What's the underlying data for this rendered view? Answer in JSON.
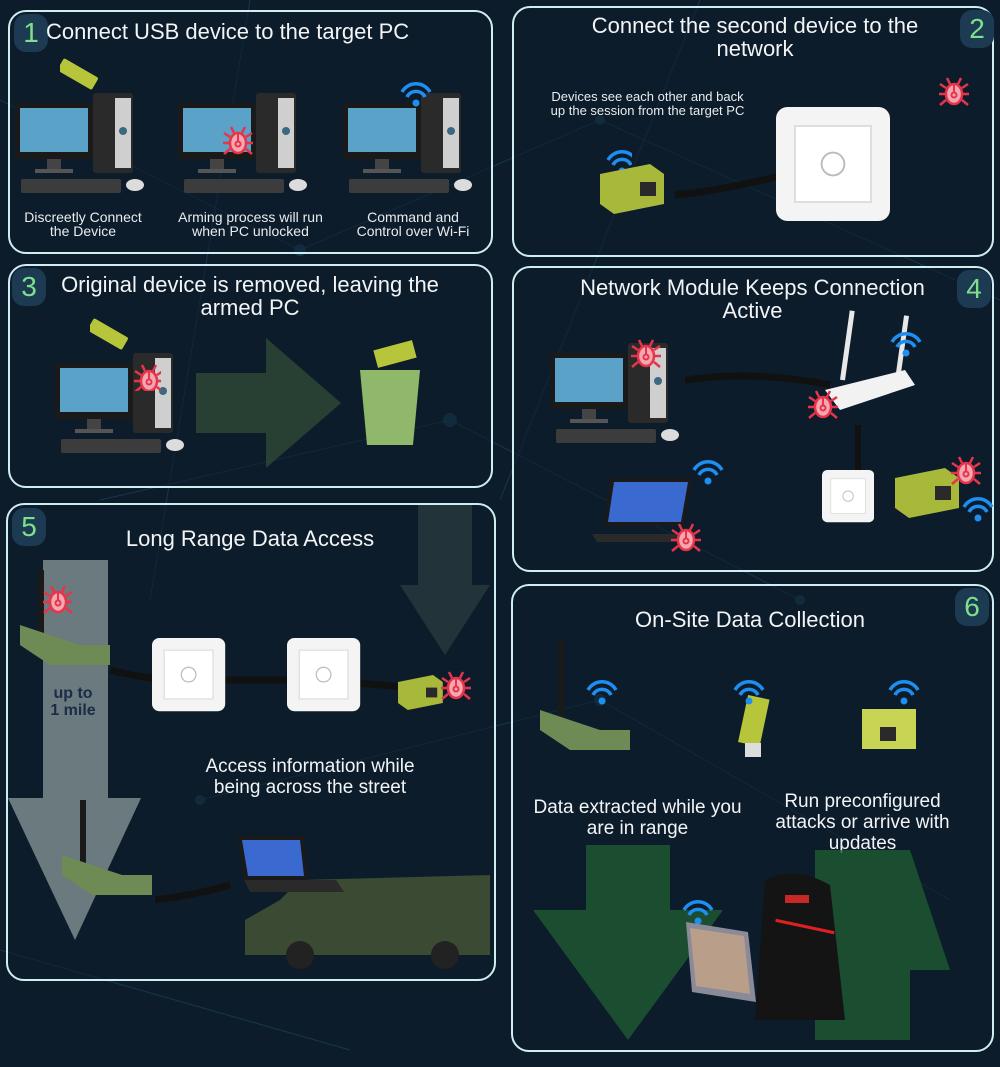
{
  "panels": [
    {
      "number": "1",
      "title": "Connect USB device to the target PC",
      "captions": [
        "Discreetly Connect the Device",
        "Arming process will run when PC unlocked",
        "Command and Control over Wi-Fi"
      ]
    },
    {
      "number": "2",
      "title": "Connect the second device to the network",
      "captions": [
        "Devices see each other and back up the session from the target PC"
      ]
    },
    {
      "number": "3",
      "title": "Original device is removed, leaving the armed PC"
    },
    {
      "number": "4",
      "title": "Network Module Keeps Connection Active"
    },
    {
      "number": "5",
      "title": "Long Range Data Access",
      "range_label": "up to 1 mile",
      "captions": [
        "Access information while being across the street"
      ]
    },
    {
      "number": "6",
      "title": "On-Site Data Collection",
      "captions": [
        "Data extracted while you are in range",
        "Run preconfigured attacks or arrive with updates"
      ]
    }
  ],
  "colors": {
    "background": "#0c1c2a",
    "panel_border": "#cfeef0",
    "number_badge": "#7ee08a",
    "bug_icon": "#e8344a",
    "wifi_icon": "#1e8ff0",
    "device_green": "#b7c53a",
    "arrow_green": "#1f5a32"
  }
}
